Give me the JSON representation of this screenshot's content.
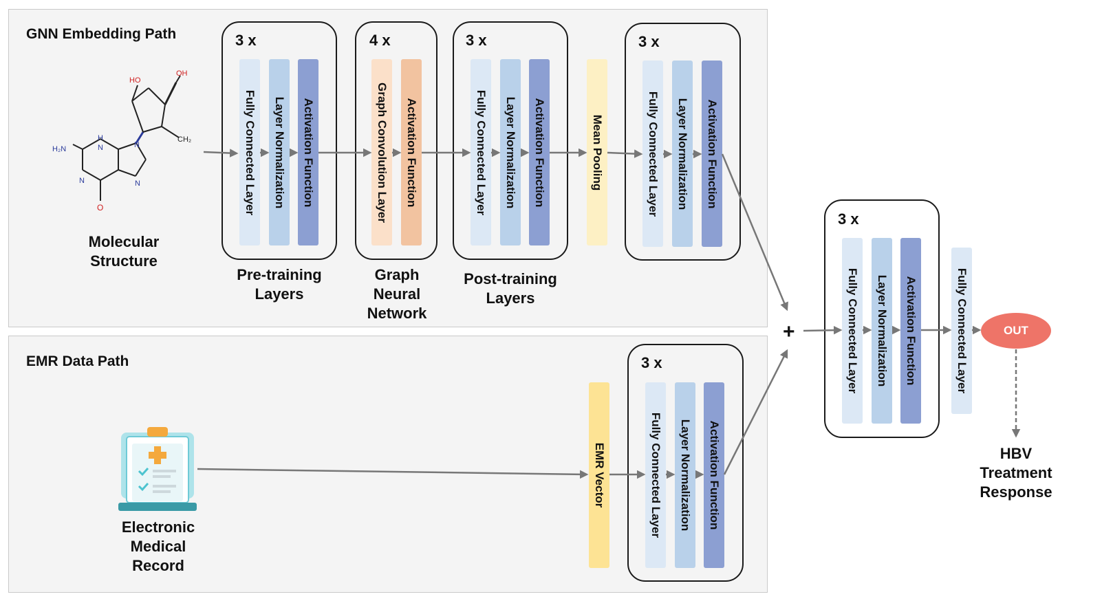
{
  "gnn_path": {
    "title": "GNN Embedding Path",
    "molecule_label": "Molecular Structure",
    "atoms": {
      "ho": "HO",
      "oh": "OH",
      "h2n": "H₂N",
      "nh": "H",
      "n1": "N",
      "n2": "N",
      "n3": "N",
      "n4": "N",
      "o": "O",
      "ch2": "CH₂"
    },
    "pretraining": {
      "repeat": "3 x",
      "caption": "Pre-training Layers",
      "layers": [
        "Fully Connected Layer",
        "Layer Normalization",
        "Activation Function"
      ]
    },
    "gnn": {
      "repeat": "4 x",
      "caption": "Graph Neural Network",
      "layers": [
        "Graph Convolution Layer",
        "Activation Function"
      ]
    },
    "posttraining": {
      "repeat": "3 x",
      "caption": "Post-training Layers",
      "layers": [
        "Fully Connected Layer",
        "Layer Normalization",
        "Activation Function"
      ]
    },
    "pooling": "Mean Pooling",
    "final": {
      "repeat": "3 x",
      "layers": [
        "Fully Connected Layer",
        "Layer Normalization",
        "Activation Function"
      ]
    }
  },
  "emr_path": {
    "title": "EMR Data Path",
    "record_label": "Electronic Medical Record",
    "vector": "EMR Vector",
    "block": {
      "repeat": "3 x",
      "layers": [
        "Fully Connected Layer",
        "Layer Normalization",
        "Activation Function"
      ]
    }
  },
  "combined": {
    "plus": "+",
    "block": {
      "repeat": "3 x",
      "layers": [
        "Fully Connected Layer",
        "Layer Normalization",
        "Activation Function"
      ]
    },
    "final_layer": "Fully Connected Layer",
    "out": "OUT",
    "result": "HBV Treatment Response"
  }
}
